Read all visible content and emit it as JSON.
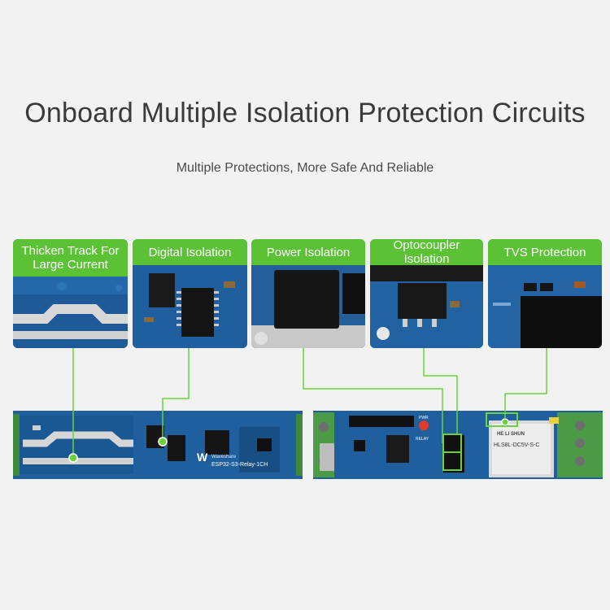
{
  "header": {
    "title": "Onboard Multiple Isolation Protection Circuits",
    "subtitle": "Multiple Protections, More Safe And Reliable"
  },
  "cards": [
    {
      "label": "Thicken Track For Large Current"
    },
    {
      "label": "Digital Isolation"
    },
    {
      "label": "Power Isolation"
    },
    {
      "label": "Optocoupler Isolation"
    },
    {
      "label": "TVS Protection"
    }
  ],
  "board_left": {
    "brand": "Waveshare",
    "model": "ESP32-S3-Relay-1CH"
  },
  "board_right": {
    "pwr_label": "PWR",
    "relay_label": "RELAY",
    "relay_brand": "HE LI SHUN",
    "relay_model": "HLS8L-DC5V-S-C"
  },
  "colors": {
    "accent_green": "#5bc236",
    "pcb_blue": "#1f5f9e",
    "background": "#f2f2f2"
  }
}
